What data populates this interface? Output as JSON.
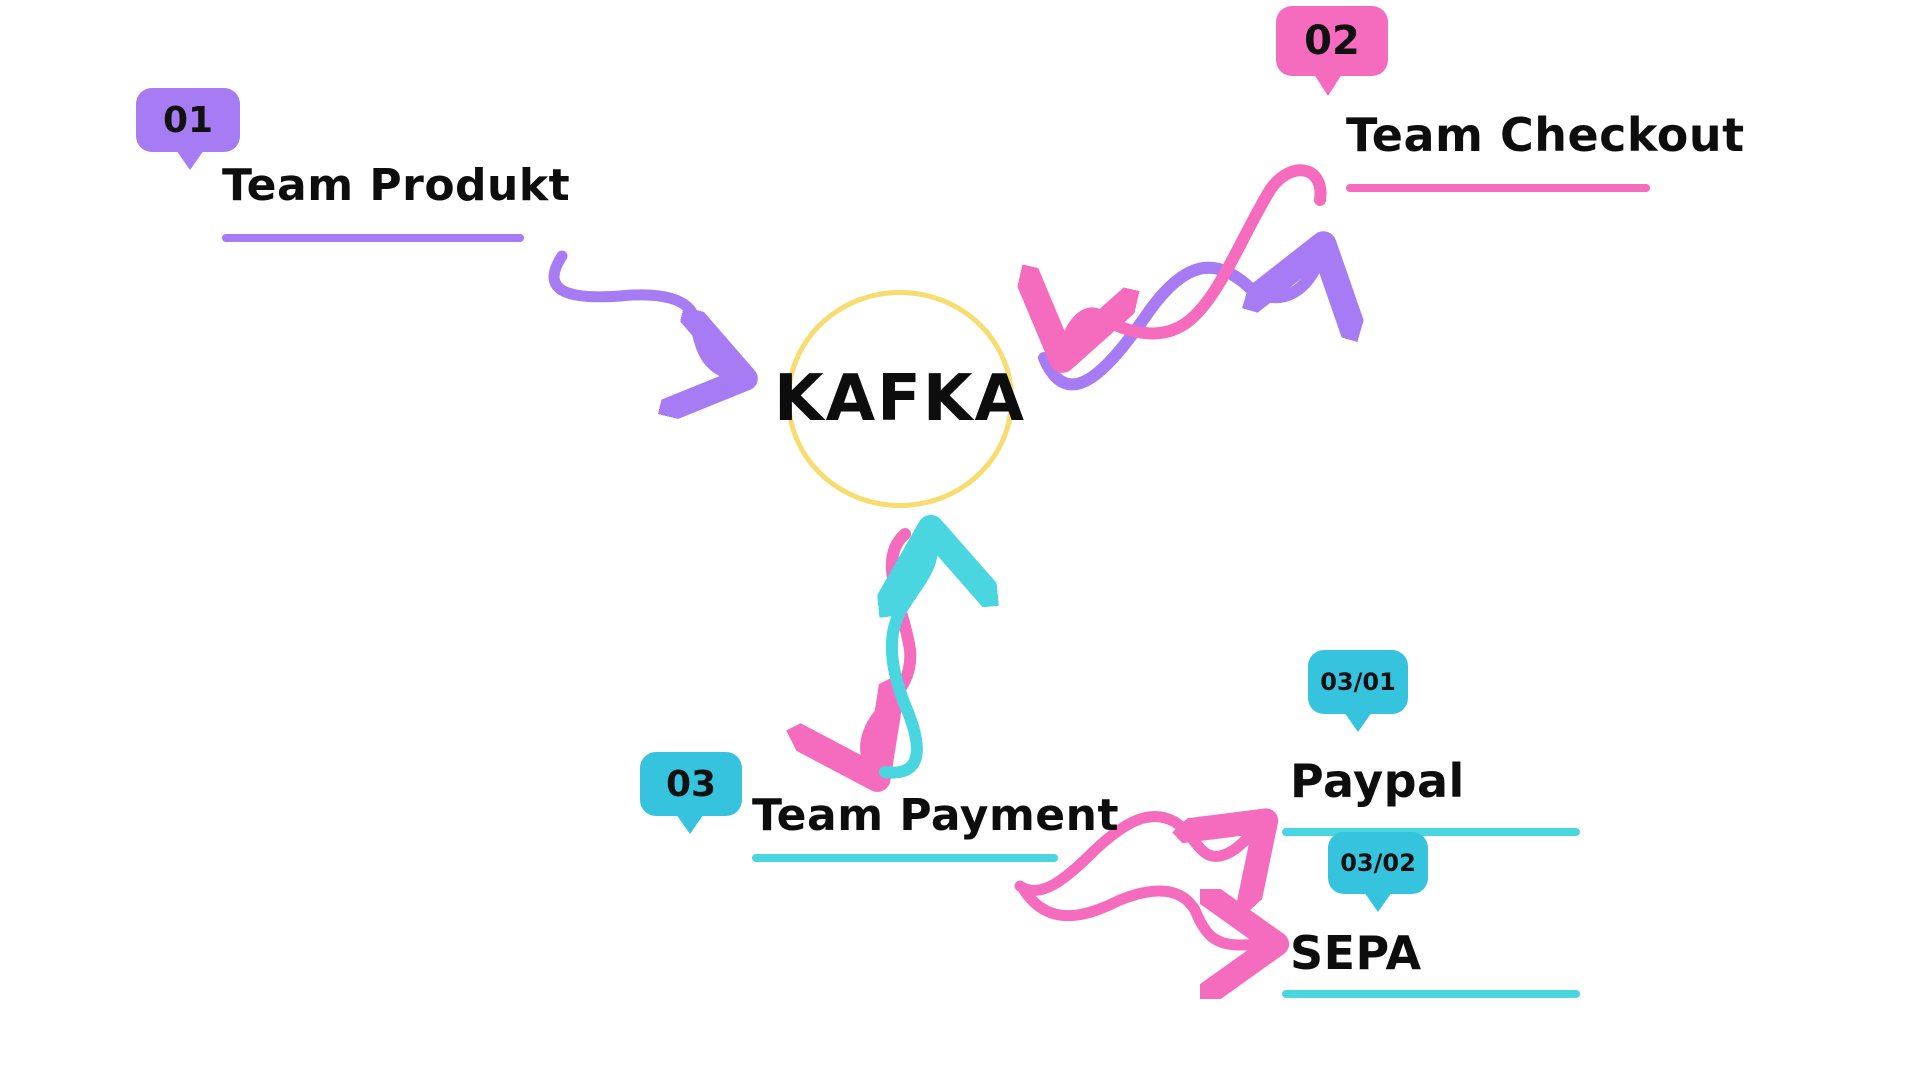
{
  "center": {
    "label": "KAFKA",
    "color": "#f7dc6f"
  },
  "colors": {
    "purple": "#a77bf3",
    "pink": "#f56cbf",
    "cyan": "#49d6e0",
    "badge_cyan": "#36c3dd",
    "yellow": "#f7dc6f"
  },
  "teams": {
    "produkt": {
      "badge": "01",
      "label": "Team Produkt"
    },
    "checkout": {
      "badge": "02",
      "label": "Team Checkout"
    },
    "payment": {
      "badge": "03",
      "label": "Team Payment"
    },
    "paypal": {
      "badge": "03/01",
      "label": "Paypal"
    },
    "sepa": {
      "badge": "03/02",
      "label": "SEPA"
    }
  },
  "connections": [
    {
      "from": "Team Produkt",
      "to": "KAFKA",
      "direction": "one-way"
    },
    {
      "from": "KAFKA",
      "to": "Team Checkout",
      "direction": "two-way"
    },
    {
      "from": "KAFKA",
      "to": "Team Payment",
      "direction": "two-way"
    },
    {
      "from": "Team Payment",
      "to": "Paypal",
      "direction": "one-way"
    },
    {
      "from": "Team Payment",
      "to": "SEPA",
      "direction": "one-way"
    }
  ]
}
